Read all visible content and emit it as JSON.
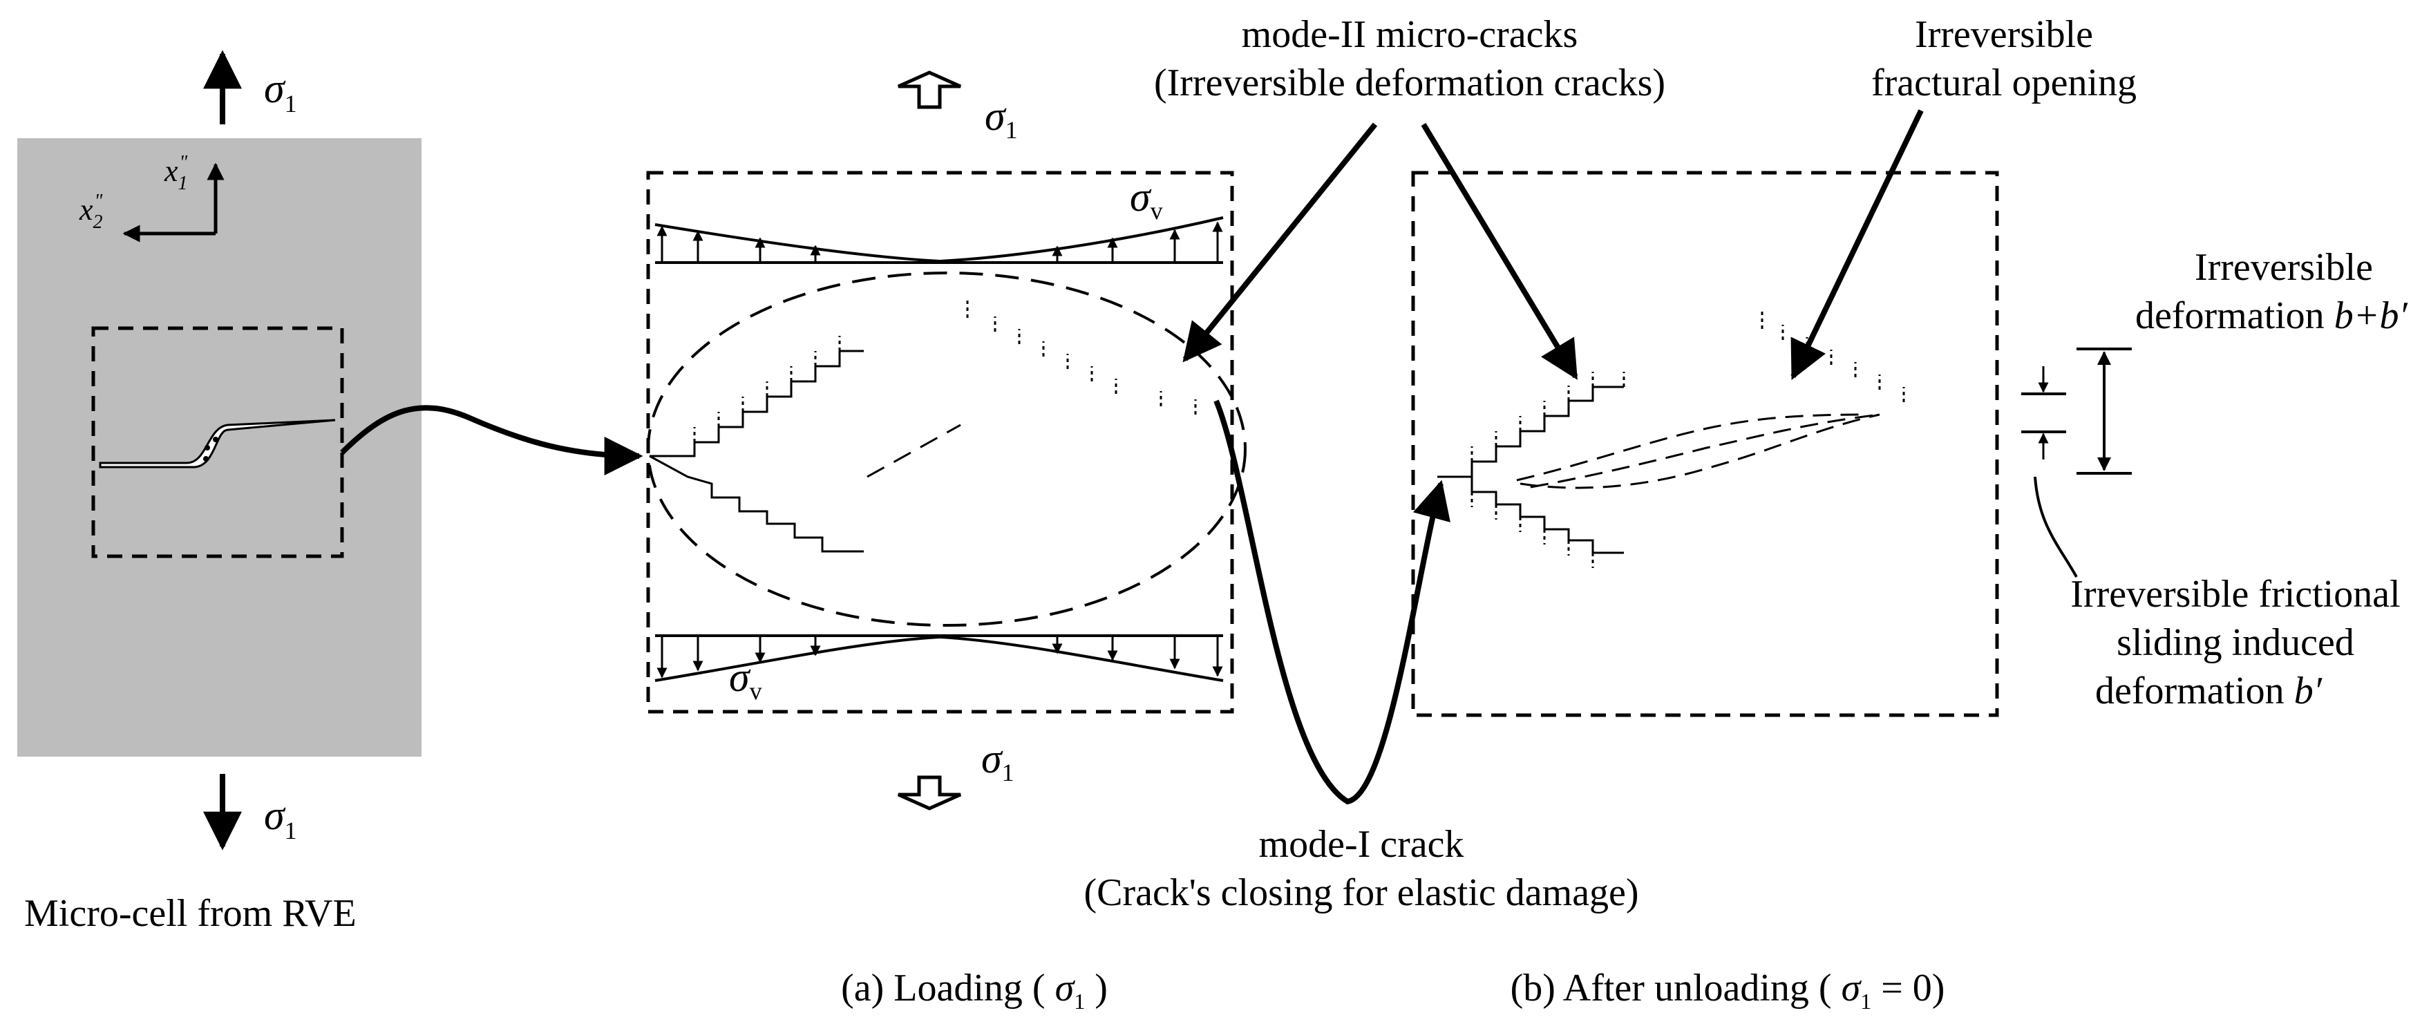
{
  "labels": {
    "sigma1": "σ",
    "sigma1_sub": "1",
    "sigma_v": "σ",
    "sigma_v_sub": "v",
    "axis_x1": "x",
    "axis_x1_sub": "1",
    "axis_x1_sup": "\"",
    "axis_x2": "x",
    "axis_x2_sub": "2",
    "axis_x2_sup": "\"",
    "mode2_line1": "mode-II micro-cracks",
    "mode2_line2": "(Irreversible deformation cracks)",
    "irr_open_line1": "Irreversible",
    "irr_open_line2": "fractural opening",
    "irr_def_line1": "Irreversible",
    "irr_def_line2": "deformation ",
    "irr_def_var": "b+b′",
    "friction_line1": "Irreversible frictional",
    "friction_line2": "sliding induced",
    "friction_line3": "deformation ",
    "friction_var": "b′",
    "mode1_line1": "mode-I crack",
    "mode1_line2": "(Crack's closing for elastic damage)",
    "microcell": "Micro-cell from RVE",
    "caption_a_pre": "(a) Loading ( ",
    "caption_a_sym": "σ",
    "caption_a_sub": "1",
    "caption_a_post": " )",
    "caption_b_pre": "(b) After unloading ( ",
    "caption_b_sym": "σ",
    "caption_b_sub": "1",
    "caption_b_post": " = 0)"
  },
  "colors": {
    "cell_fill": "#bdbdbd",
    "ink": "#000000"
  }
}
